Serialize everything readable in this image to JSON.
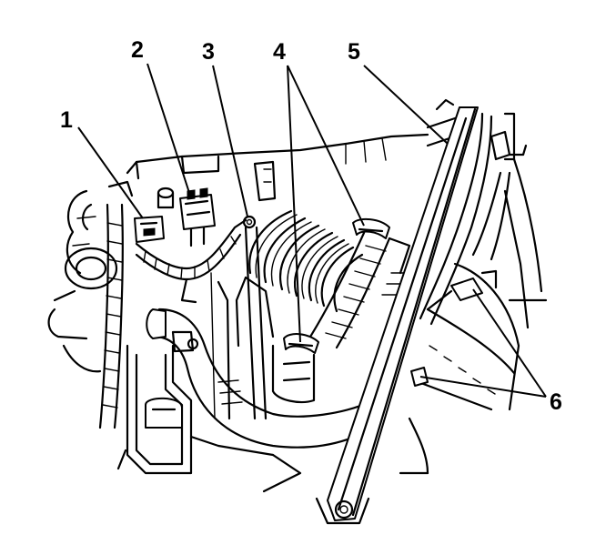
{
  "callouts": [
    {
      "id": "1",
      "label": "1",
      "part": "connector-1"
    },
    {
      "id": "2",
      "label": "2",
      "part": "connector-2"
    },
    {
      "id": "3",
      "label": "3",
      "part": "connector-3"
    },
    {
      "id": "4",
      "label": "4",
      "part": "clamps"
    },
    {
      "id": "5",
      "label": "5",
      "part": "brace"
    },
    {
      "id": "6",
      "label": "6",
      "part": "clips"
    }
  ],
  "colors": {
    "ink": "#000000",
    "paper": "#ffffff"
  }
}
